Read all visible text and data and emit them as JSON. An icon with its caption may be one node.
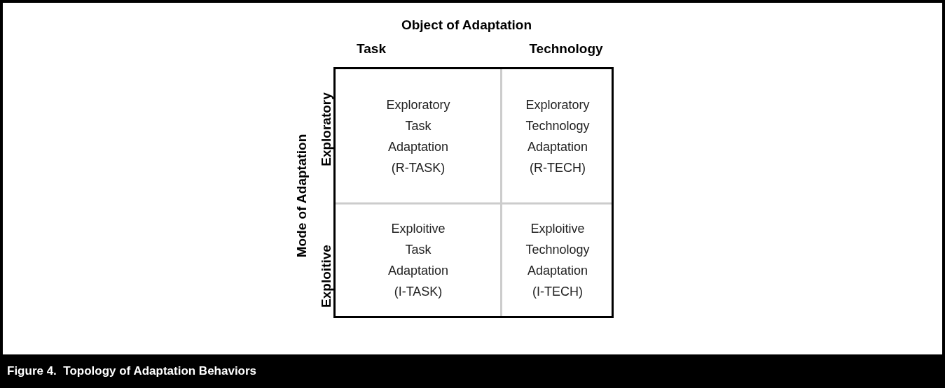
{
  "diagram": {
    "caption": "Figure 4.  Topology of Adaptation Behaviors",
    "nodes": [
      {
        "text": [],
        "shape": "box"
      },
      {
        "text": [
          "Exploratory Task Adaptation (R-TASK)"
        ],
        "in": 0
      },
      {
        "text": [
          "Exploratory Technology Adaptation (R-TECH)"
        ],
        "in": 0
      },
      {
        "text": [
          "Exploitive Task Adaptation (I-TASK)"
        ],
        "in": 0
      },
      {
        "text": [
          "Exploitive Technology Adaptation (I-TECH)"
        ],
        "in": 0
      }
    ],
    "labels": [
      "Object of Adaptation",
      "Task",
      "Technology",
      "Mode of Adaptation",
      "Exploratory",
      "Exploitive"
    ]
  }
}
